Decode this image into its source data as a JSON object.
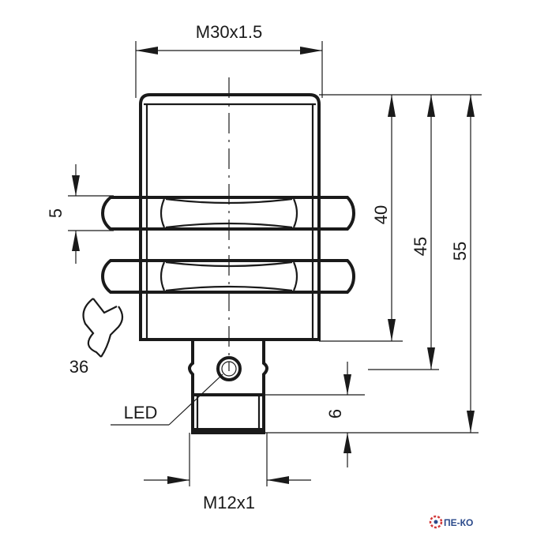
{
  "labels": {
    "thread_main": "M30x1.5",
    "thread_connector": "M12x1",
    "nut_height": "5",
    "wrench_size": "36",
    "led": "LED",
    "dim_40": "40",
    "dim_45": "45",
    "dim_55": "55",
    "dim_6": "6"
  },
  "logo": {
    "text": "ПЕ-КО"
  },
  "colors": {
    "line": "#1a1a1a",
    "logo": "#2b4a8b",
    "logo_accent": "#d23b3b"
  }
}
